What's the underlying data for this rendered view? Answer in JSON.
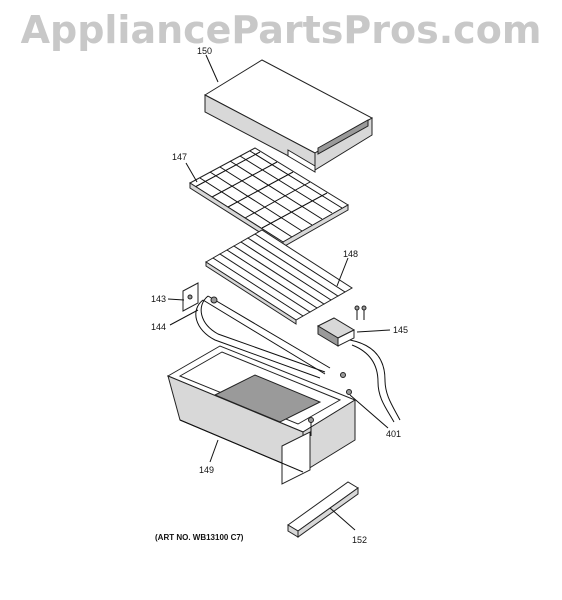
{
  "watermark": "AppliancePartsPros.com",
  "art_number": "(ART NO. WB13100 C7)",
  "callouts": {
    "c150": "150",
    "c147": "147",
    "c148": "148",
    "c143": "143",
    "c144": "144",
    "c145": "145",
    "c401": "401",
    "c149": "149",
    "c152": "152"
  }
}
